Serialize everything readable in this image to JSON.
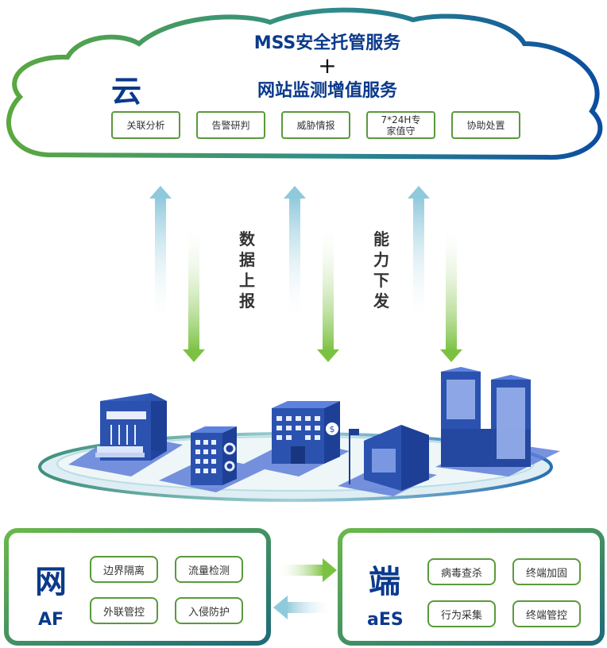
{
  "cloud": {
    "char": "云",
    "title_line1": "MSS安全托管服务",
    "plus": "+",
    "title_line2": "网站监测增值服务",
    "services": [
      "关联分析",
      "告警研判",
      "威胁情报",
      "7*24H专\n家值守",
      "协助处置"
    ]
  },
  "arrows": {
    "left_label": [
      "数",
      "据",
      "上",
      "报"
    ],
    "right_label": [
      "能",
      "力",
      "下",
      "发"
    ]
  },
  "net": {
    "char": "网",
    "sub": "AF",
    "items": [
      "边界隔离",
      "流量检测",
      "外联管控",
      "入侵防护"
    ]
  },
  "endpoint": {
    "char": "端",
    "sub": "aES",
    "items": [
      "病毒查杀",
      "终端加固",
      "行为采集",
      "终端管控"
    ]
  },
  "colors": {
    "navy": "#0b3a8c",
    "green": "#5a9a3c",
    "arrow_up": "#8fc9dc",
    "arrow_down": "#7cc242",
    "building": "#2f55b8"
  }
}
